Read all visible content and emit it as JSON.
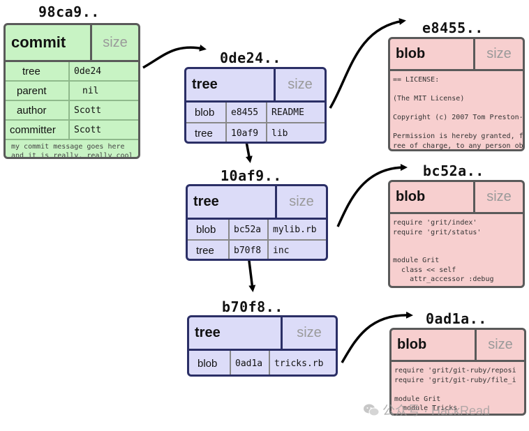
{
  "commit": {
    "hash": "98ca9..",
    "kind": "commit",
    "size": "size",
    "rows": [
      {
        "key": "tree",
        "value": "0de24"
      },
      {
        "key": "parent",
        "value": "nil"
      },
      {
        "key": "author",
        "value": "Scott"
      },
      {
        "key": "committer",
        "value": "Scott"
      }
    ],
    "message": "my commit message goes here\nand it is really, really cool"
  },
  "trees": [
    {
      "hash": "0de24..",
      "kind": "tree",
      "size": "size",
      "entries": [
        {
          "type": "blob",
          "sha": "e8455",
          "name": "README"
        },
        {
          "type": "tree",
          "sha": "10af9",
          "name": "lib"
        }
      ]
    },
    {
      "hash": "10af9..",
      "kind": "tree",
      "size": "size",
      "entries": [
        {
          "type": "blob",
          "sha": "bc52a",
          "name": "mylib.rb"
        },
        {
          "type": "tree",
          "sha": "b70f8",
          "name": "inc"
        }
      ]
    },
    {
      "hash": "b70f8..",
      "kind": "tree",
      "size": "size",
      "entries": [
        {
          "type": "blob",
          "sha": "0ad1a",
          "name": "tricks.rb"
        }
      ]
    }
  ],
  "blobs": [
    {
      "hash": "e8455..",
      "kind": "blob",
      "size": "size",
      "content": "== LICENSE:\n\n(The MIT License)\n\nCopyright (c) 2007 Tom Preston-\n\nPermission is hereby granted, f\nree of charge, to any person ob"
    },
    {
      "hash": "bc52a..",
      "kind": "blob",
      "size": "size",
      "content": "require 'grit/index'\nrequire 'grit/status'\n\n\nmodule Grit\n  class << self\n    attr_accessor :debug"
    },
    {
      "hash": "0ad1a..",
      "kind": "blob",
      "size": "size",
      "content": "require 'grit/git-ruby/reposi\nrequire 'grit/git-ruby/file_i\n\nmodule Grit\n  module Tricks"
    }
  ],
  "watermark": {
    "icon": "wechat-icon",
    "text": "公众号 · HackRead"
  }
}
